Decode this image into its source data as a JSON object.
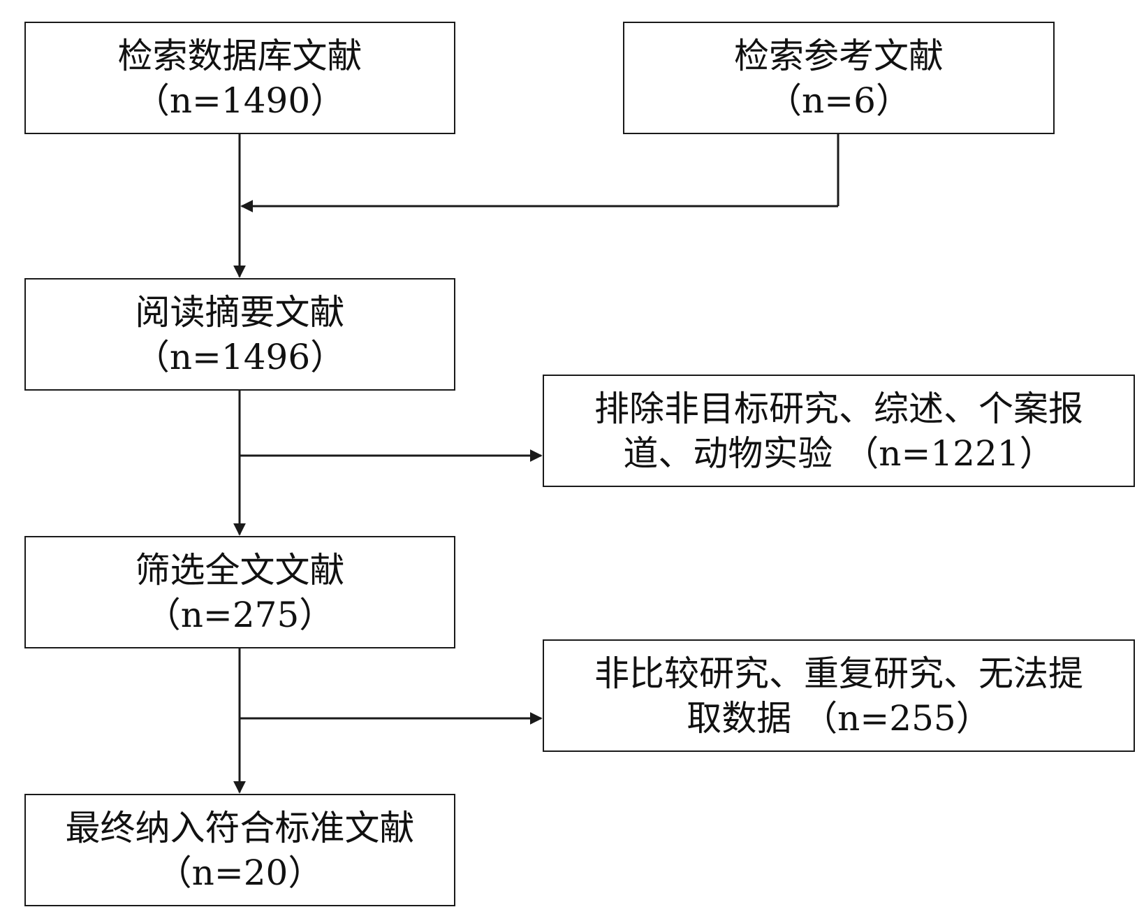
{
  "boxes": {
    "search_db": {
      "line1": "检索数据库文献",
      "line2": "（n=1490）"
    },
    "search_ref": {
      "line1": "检索参考文献",
      "line2": "（n=6）"
    },
    "read_abstract": {
      "line1": "阅读摘要文献",
      "line2": "（n=1496）"
    },
    "exclude_1": {
      "line1": "排除非目标研究、综述、个案报",
      "line2": "道、动物实验 （n=1221）"
    },
    "screen_full": {
      "line1": "筛选全文文献",
      "line2": "（n=275）"
    },
    "exclude_2": {
      "line1": "非比较研究、重复研究、无法提",
      "line2": "取数据 （n=255）"
    },
    "final": {
      "line1": "最终纳入符合标准文献",
      "line2": "（n=20）"
    }
  },
  "colors": {
    "line": "#1a1a1a",
    "text": "#111111",
    "background": "#ffffff"
  }
}
